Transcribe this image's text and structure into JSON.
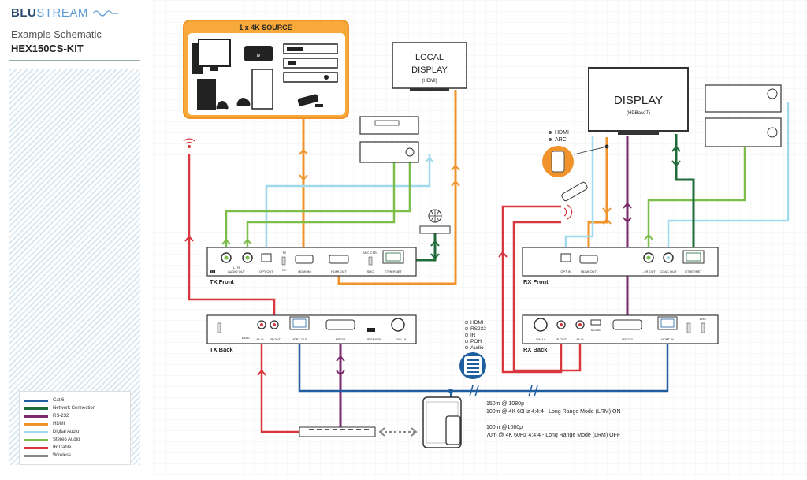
{
  "brand": {
    "blu": "BLU",
    "stream": "STREAM"
  },
  "header": {
    "subtitle": "Example Schematic",
    "model": "HEX150CS-KIT"
  },
  "source_box": {
    "title": "1 x 4K SOURCE"
  },
  "local_display": {
    "line1": "LOCAL",
    "line2": "DISPLAY",
    "line3": "(HDMI)"
  },
  "display": {
    "title": "DISPLAY",
    "subtitle": "(HDBaseT)"
  },
  "arc_selector": {
    "hdmi": "HDMI",
    "arc": "ARC"
  },
  "tx_front": {
    "title": "TX Front",
    "tag": "TX",
    "labels": {
      "audio_out": "AUDIO OUT",
      "l_r": "L / R",
      "opt_out": "OPT OUT",
      "tx": "TX",
      "rx": "RX",
      "hdmi_in": "HDMI IN",
      "hdmi_out": "HDMI OUT",
      "arc_ctrl": "ARC CTRL",
      "src": "SRC",
      "ethernet": "ETHERNET"
    }
  },
  "tx_back": {
    "title": "TX Back",
    "labels": {
      "edid": "EDID",
      "ir_in": "IR IN",
      "ir_out": "IR OUT",
      "hdbt_out": "HDBT OUT",
      "rs232": "RS232",
      "upgrade": "UPGRADE",
      "power": "24V 1A"
    }
  },
  "rx_front": {
    "title": "RX Front",
    "labels": {
      "opt_in": "OPT IN",
      "hdmi_out": "HDMI OUT",
      "l_r_out": "L / R OUT",
      "coax_out": "COAX OUT",
      "ethernet": "ETHERNET"
    }
  },
  "rx_back": {
    "title": "RX Back",
    "labels": {
      "power": "24V 1A",
      "ir_out": "IR OUT",
      "ir_in": "IR IN",
      "mode": "MODE",
      "rs232": "RS-232",
      "hdbt_in": "HDBT IN",
      "arc": "ARC"
    }
  },
  "hdbt_badge": [
    "HDMI",
    "RS232",
    "IR",
    "POH",
    "Audio"
  ],
  "distance_notes": {
    "line1": "150m @ 1080p",
    "line2": "100m @ 4K 60Hz 4:4:4 - Long Range Mode (LRM) ON",
    "line3": "100m @1080p",
    "line4": "70m @ 4K 60Hz 4:4:4 - Long Range Mode (LRM) OFF"
  },
  "legend": [
    {
      "label": "Cat 6",
      "color": "#1f5fa0"
    },
    {
      "label": "Network Connection",
      "color": "#1f6b3a"
    },
    {
      "label": "RS-232",
      "color": "#7b2a6b"
    },
    {
      "label": "HDMI",
      "color": "#f0932b"
    },
    {
      "label": "Digital Audio",
      "color": "#9fd9ee"
    },
    {
      "label": "Stereo Audio",
      "color": "#7dbd4a"
    },
    {
      "label": "IR Cable",
      "color": "#d9363e"
    },
    {
      "label": "Wireless",
      "color": "#888888"
    }
  ],
  "colors": {
    "cat6": "#1f5fa0",
    "network": "#1f6b3a",
    "rs232": "#7b2a6b",
    "hdmi": "#f0932b",
    "digital_audio": "#9fd9ee",
    "stereo_audio": "#7dbd4a",
    "ir": "#d9363e",
    "wireless": "#888888",
    "brand": "#2b4c6f"
  },
  "icons": [
    "computer-icon",
    "apple-tv-icon",
    "av-receiver-icon",
    "set-top-box-icon",
    "playstation-icon",
    "xbox-icon",
    "gamepad-icon",
    "cctv-camera-icon",
    "ir-remote-icon",
    "network-globe-icon",
    "network-switch-icon",
    "tablet-icon",
    "phone-icon",
    "ir-signal-icon"
  ]
}
